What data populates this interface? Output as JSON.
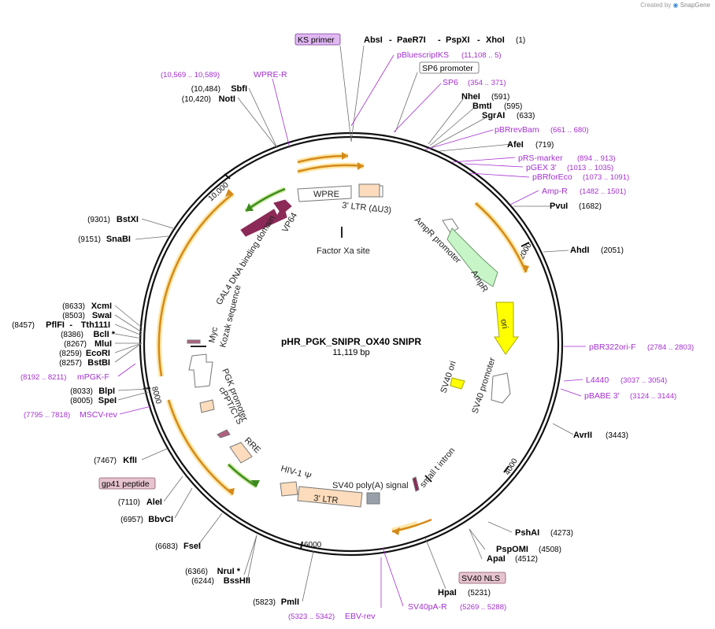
{
  "credit": {
    "prefix": "Created by",
    "brand": "SnapGene"
  },
  "plasmid": {
    "name": "pHR_PGK_SNIPR_OX40 SNIPR",
    "length": "11,119 bp"
  },
  "ticks": [
    "2000",
    "4000",
    "6000",
    "8000",
    "10,000"
  ],
  "sites": [
    {
      "name": "AbsI",
      "pos": ""
    },
    {
      "name": "PaeR7I",
      "pos": ""
    },
    {
      "name": "PspXI",
      "pos": ""
    },
    {
      "name": "XhoI",
      "pos": "(1)"
    },
    {
      "name": "NheI",
      "pos": "(591)"
    },
    {
      "name": "BmtI",
      "pos": "(595)"
    },
    {
      "name": "SgrAI",
      "pos": "(633)"
    },
    {
      "name": "AfeI",
      "pos": "(719)"
    },
    {
      "name": "PvuI",
      "pos": "(1682)"
    },
    {
      "name": "AhdI",
      "pos": "(2051)"
    },
    {
      "name": "AvrII",
      "pos": "(3443)"
    },
    {
      "name": "PshAI",
      "pos": "(4273)"
    },
    {
      "name": "PspOMI",
      "pos": "(4508)"
    },
    {
      "name": "ApaI",
      "pos": "(4512)"
    },
    {
      "name": "HpaI",
      "pos": "(5231)"
    },
    {
      "name": "PmlI",
      "pos": "(5823)"
    },
    {
      "name": "BssHII",
      "pos": "(6244)"
    },
    {
      "name": "NruI *",
      "pos": "(6366)"
    },
    {
      "name": "FseI",
      "pos": "(6683)"
    },
    {
      "name": "BbvCI",
      "pos": "(6957)"
    },
    {
      "name": "AleI",
      "pos": "(7110)"
    },
    {
      "name": "KflI",
      "pos": "(7467)"
    },
    {
      "name": "SpeI",
      "pos": "(8005)"
    },
    {
      "name": "BlpI",
      "pos": "(8033)"
    },
    {
      "name": "BstBI",
      "pos": "(8257)"
    },
    {
      "name": "EcoRI",
      "pos": "(8259)"
    },
    {
      "name": "MluI",
      "pos": "(8267)"
    },
    {
      "name": "BclI *",
      "pos": "(8386)"
    },
    {
      "name": "Tth111I",
      "pos": ""
    },
    {
      "name": "PflFI",
      "pos": "(8457)"
    },
    {
      "name": "SwaI",
      "pos": "(8503)"
    },
    {
      "name": "XcmI",
      "pos": "(8633)"
    },
    {
      "name": "SnaBI",
      "pos": "(9151)"
    },
    {
      "name": "BstXI",
      "pos": "(9301)"
    },
    {
      "name": "NotI",
      "pos": "(10,420)"
    },
    {
      "name": "SbfI",
      "pos": "(10,484)"
    }
  ],
  "primers": [
    {
      "name": "pBluescriptKS",
      "pos": "(11,108 .. 5)"
    },
    {
      "name": "SP6",
      "pos": "(354 .. 371)"
    },
    {
      "name": "pBRrevBam",
      "pos": "(661 .. 680)"
    },
    {
      "name": "pRS-marker",
      "pos": "(894 .. 913)"
    },
    {
      "name": "pGEX 3'",
      "pos": "(1013 .. 1035)"
    },
    {
      "name": "pBRforEco",
      "pos": "(1073 .. 1091)"
    },
    {
      "name": "Amp-R",
      "pos": "(1482 .. 1501)"
    },
    {
      "name": "pBR322ori-F",
      "pos": "(2784 .. 2803)"
    },
    {
      "name": "L4440",
      "pos": "(3037 .. 3054)"
    },
    {
      "name": "pBABE 3'",
      "pos": "(3124 .. 3144)"
    },
    {
      "name": "SV40pA-R",
      "pos": "(5269 .. 5288)"
    },
    {
      "name": "EBV-rev",
      "pos": "(5323 .. 5342)"
    },
    {
      "name": "MSCV-rev",
      "pos": "(7795 .. 7818)"
    },
    {
      "name": "mPGK-F",
      "pos": "(8192 .. 8211)"
    },
    {
      "name": "WPRE-R",
      "pos": "(10,569 .. 10,589)"
    }
  ],
  "boxed_labels": {
    "ks_primer": "KS primer",
    "sp6_promoter": "SP6 promoter",
    "sv40_nls": "SV40 NLS",
    "gp41": "gp41 peptide"
  },
  "features": {
    "ltr3": "3' LTR (ΔU3)",
    "wpre": "WPRE",
    "vp64": "VP64",
    "gal4": "GAL4 DNA binding domain",
    "factor_xa": "Factor Xa site",
    "ampr_promoter": "AmpR promoter",
    "ampr": "AmpR",
    "ori": "ori",
    "sv40_ori": "SV40 ori",
    "sv40_promoter": "SV40 promoter",
    "small_t": "small t intron",
    "sv40_polya": "SV40 poly(A) signal",
    "ltr3b": "3' LTR",
    "hiv1psi": "HIV-1 Ψ",
    "rre": "RRE",
    "cppt": "cPPT/CTS",
    "pgk": "PGK promoter",
    "kozak": "Kozak sequence",
    "myc": "Myc"
  }
}
